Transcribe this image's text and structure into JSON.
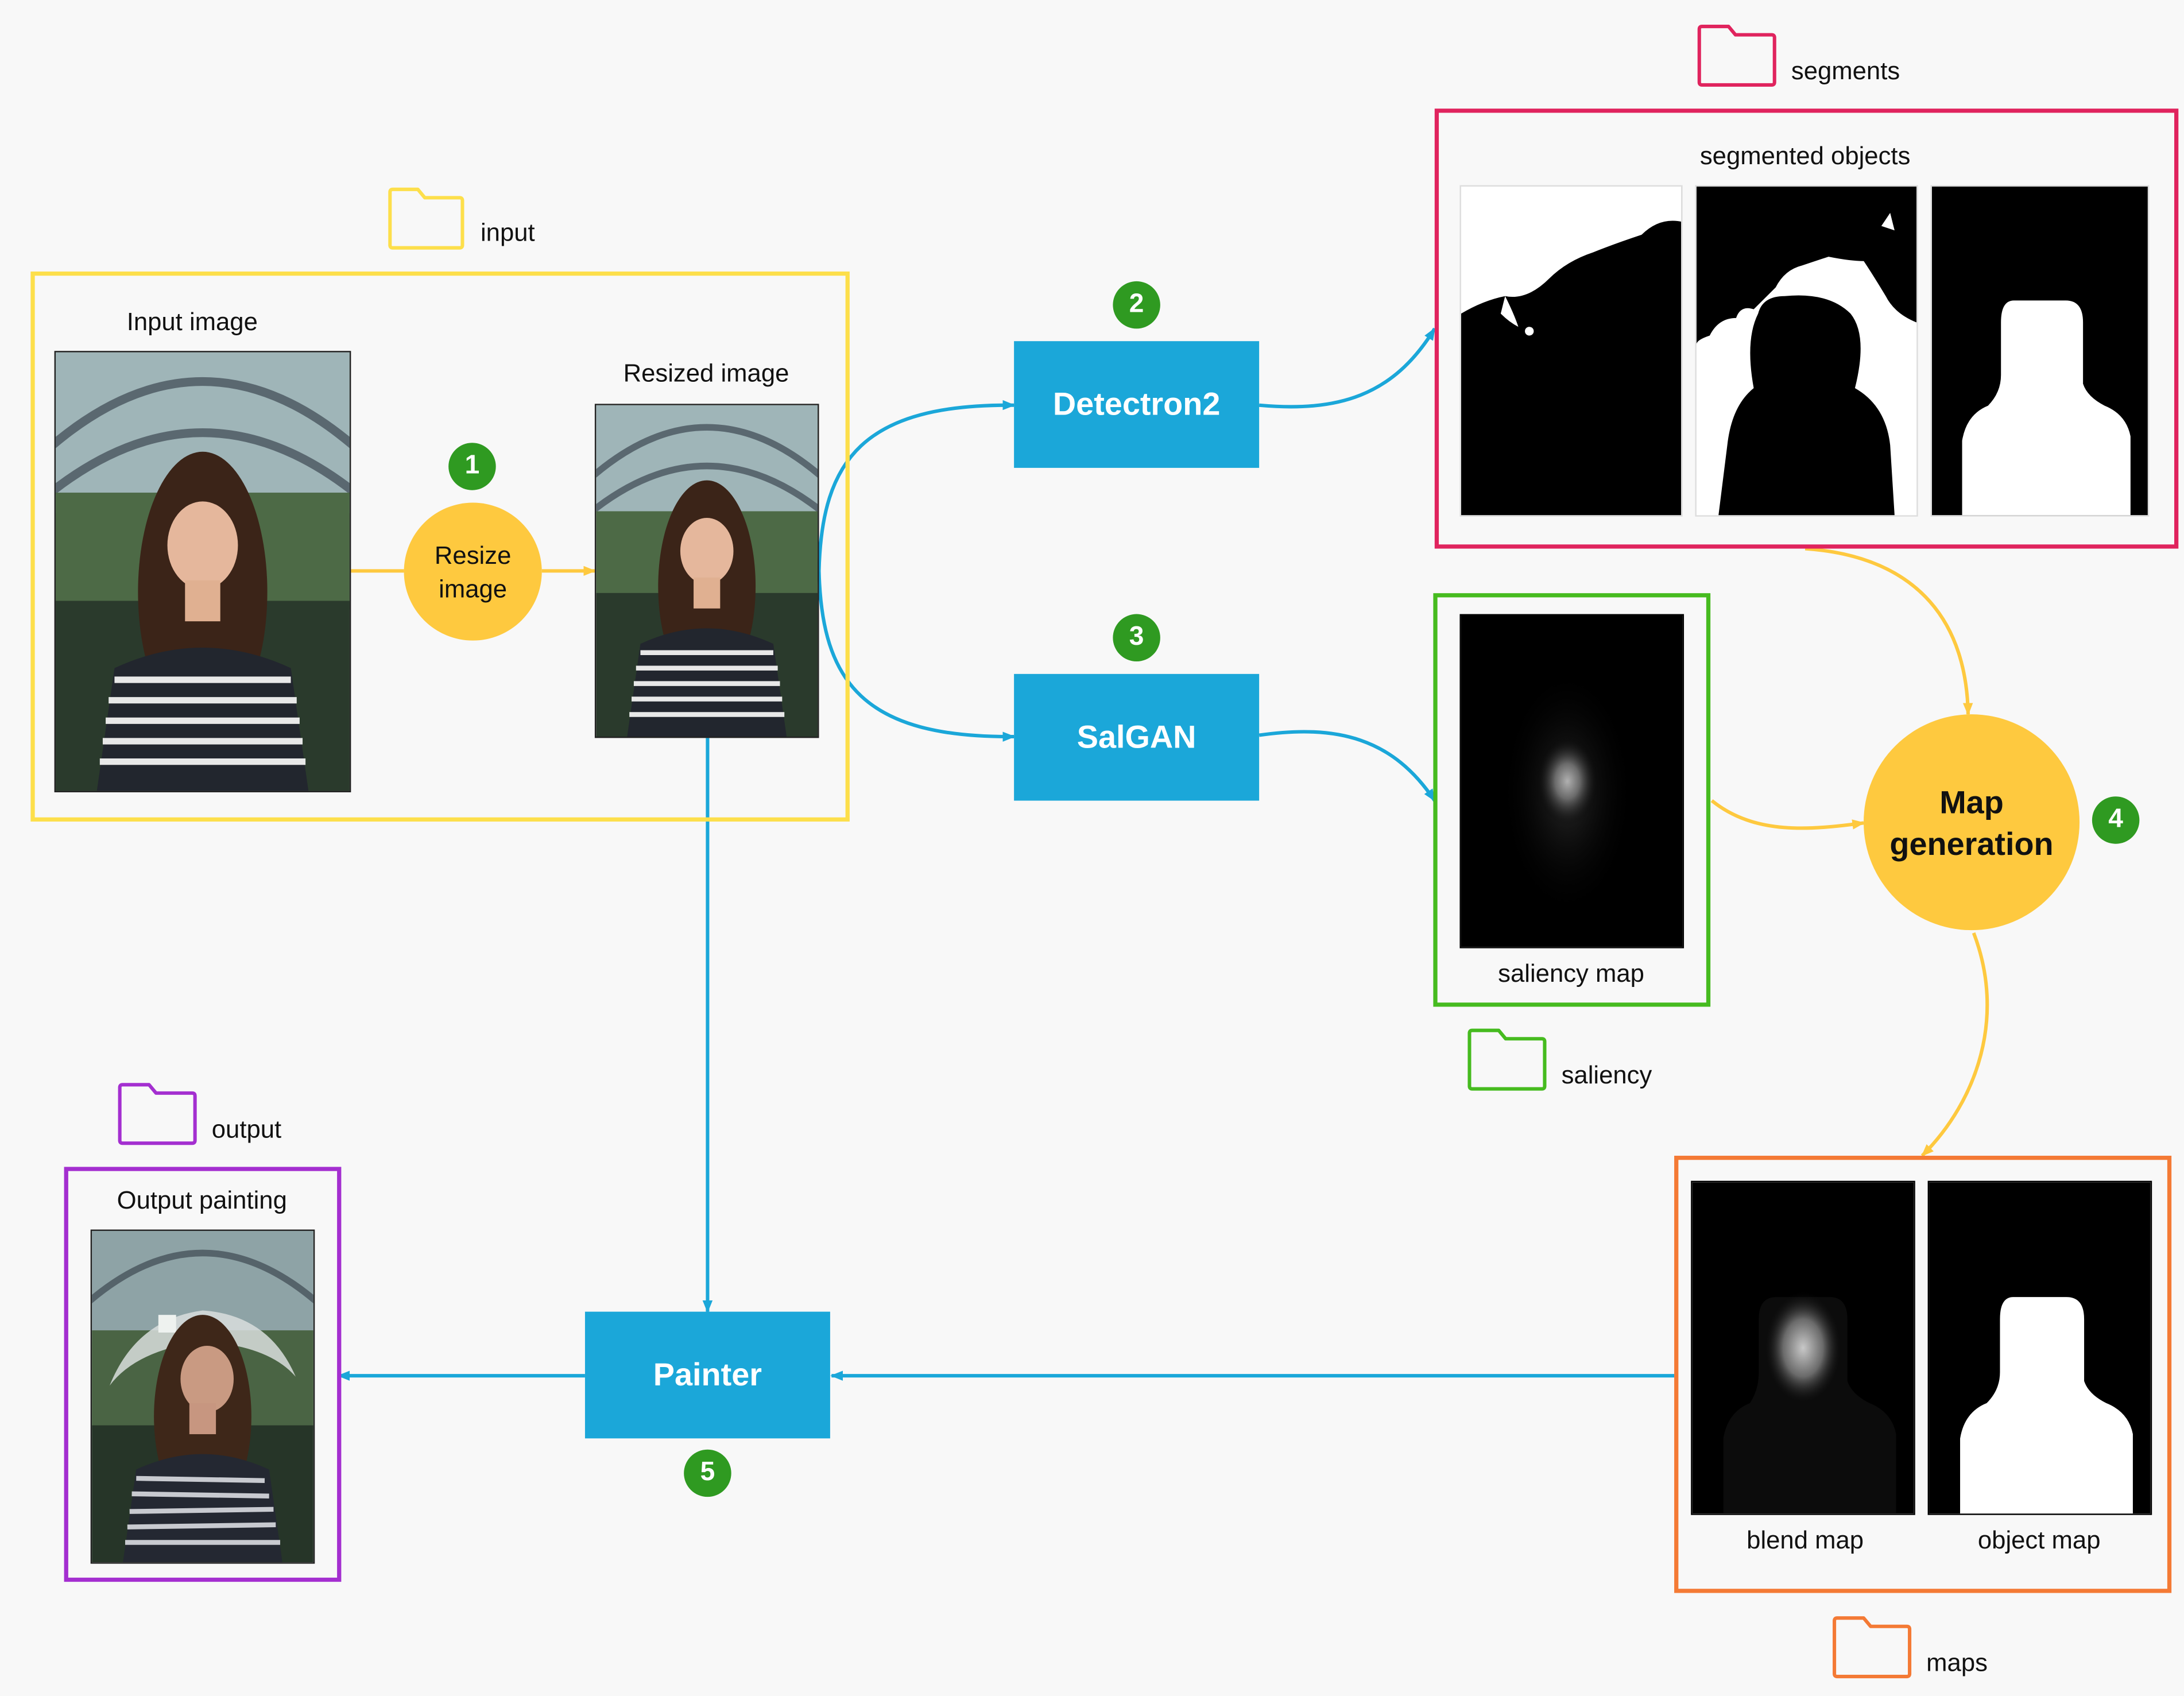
{
  "colors": {
    "input": "#fddf4b",
    "segments": "#e0245e",
    "saliency": "#46bb1f",
    "maps": "#f47a35",
    "output": "#a42fd0",
    "process": "#1ba7d9",
    "circle": "#fec93f",
    "badge": "#2f9a21",
    "arrow_blue": "#1ba7d9",
    "arrow_yellow": "#fec93f"
  },
  "folders": {
    "input": "input",
    "segments": "segments",
    "saliency": "saliency",
    "maps": "maps",
    "output": "output"
  },
  "input_box": {
    "input_image": "Input image",
    "resized_image": "Resized image"
  },
  "resize": {
    "line1": "Resize",
    "line2": "image"
  },
  "steps": [
    "1",
    "2",
    "3",
    "4",
    "5"
  ],
  "processes": {
    "detectron": "Detectron2",
    "salgan": "SalGAN",
    "painter": "Painter"
  },
  "segments_box": {
    "title": "segmented objects"
  },
  "saliency_box": {
    "caption": "saliency map"
  },
  "map_generation": {
    "line1": "Map",
    "line2": "generation"
  },
  "maps_box": {
    "blend": "blend map",
    "object": "object map"
  },
  "output_box": {
    "title": "Output painting"
  }
}
